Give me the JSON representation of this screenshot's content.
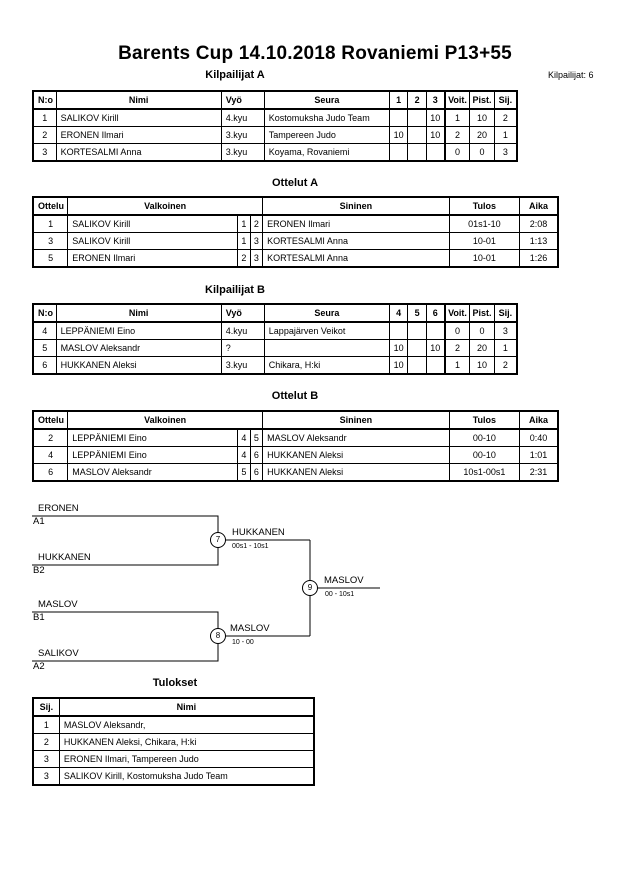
{
  "title": "Barents Cup  14.10.2018  Rovaniemi   P13+55",
  "competitor_count": "Kilpailijat: 6",
  "pool_a": {
    "heading": "Kilpailijat A",
    "headers": [
      "N:o",
      "Nimi",
      "Vyö",
      "Seura",
      "1",
      "2",
      "3",
      "Voit.",
      "Pist.",
      "Sij."
    ],
    "rows": [
      [
        "1",
        "SALIKOV Kirill",
        "4.kyu",
        "Kostomuksha Judo Team",
        "",
        "",
        "10",
        "1",
        "10",
        "2"
      ],
      [
        "2",
        "ERONEN Ilmari",
        "3.kyu",
        "Tampereen Judo",
        "10",
        "",
        "10",
        "2",
        "20",
        "1"
      ],
      [
        "3",
        "KORTESALMI Anna",
        "3.kyu",
        "Koyama, Rovaniemi",
        "",
        "",
        "",
        "0",
        "0",
        "3"
      ]
    ]
  },
  "matches_a": {
    "heading": "Ottelut A",
    "headers": [
      "Ottelu",
      "Valkoinen",
      "Sininen",
      "Tulos",
      "Aika"
    ],
    "rows": [
      [
        "1",
        "SALIKOV Kirill",
        "1",
        "2",
        "ERONEN Ilmari",
        "01s1-10",
        "2:08"
      ],
      [
        "3",
        "SALIKOV Kirill",
        "1",
        "3",
        "KORTESALMI Anna",
        "10-01",
        "1:13"
      ],
      [
        "5",
        "ERONEN Ilmari",
        "2",
        "3",
        "KORTESALMI Anna",
        "10-01",
        "1:26"
      ]
    ]
  },
  "pool_b": {
    "heading": "Kilpailijat B",
    "headers": [
      "N:o",
      "Nimi",
      "Vyö",
      "Seura",
      "4",
      "5",
      "6",
      "Voit.",
      "Pist.",
      "Sij."
    ],
    "rows": [
      [
        "4",
        "LEPPÄNIEMI Eino",
        "4.kyu",
        "Lappajärven Veikot",
        "",
        "",
        "",
        "0",
        "0",
        "3"
      ],
      [
        "5",
        "MASLOV Aleksandr",
        "?",
        "",
        "10",
        "",
        "10",
        "2",
        "20",
        "1"
      ],
      [
        "6",
        "HUKKANEN Aleksi",
        "3.kyu",
        "Chikara, H:ki",
        "10",
        "",
        "",
        "1",
        "10",
        "2"
      ]
    ]
  },
  "matches_b": {
    "heading": "Ottelut B",
    "headers": [
      "Ottelu",
      "Valkoinen",
      "Sininen",
      "Tulos",
      "Aika"
    ],
    "rows": [
      [
        "2",
        "LEPPÄNIEMI Eino",
        "4",
        "5",
        "MASLOV Aleksandr",
        "00-10",
        "0:40"
      ],
      [
        "4",
        "LEPPÄNIEMI Eino",
        "4",
        "6",
        "HUKKANEN Aleksi",
        "00-10",
        "1:01"
      ],
      [
        "6",
        "MASLOV Aleksandr",
        "5",
        "6",
        "HUKKANEN Aleksi",
        "10s1-00s1",
        "2:31"
      ]
    ]
  },
  "bracket": {
    "entrants": [
      {
        "name": "ERONEN",
        "seed": "A1"
      },
      {
        "name": "HUKKANEN",
        "seed": "B2"
      },
      {
        "name": "MASLOV",
        "seed": "B1"
      },
      {
        "name": "SALIKOV",
        "seed": "A2"
      }
    ],
    "semi1": {
      "num": "7",
      "winner": "HUKKANEN",
      "score": "00s1 - 10s1"
    },
    "semi2": {
      "num": "8",
      "winner": "MASLOV",
      "score": "10 - 00"
    },
    "final": {
      "num": "9",
      "winner": "MASLOV",
      "score": "00 - 10s1"
    }
  },
  "results": {
    "heading": "Tulokset",
    "headers": [
      "Sij.",
      "Nimi"
    ],
    "rows": [
      [
        "1",
        "MASLOV Aleksandr,"
      ],
      [
        "2",
        "HUKKANEN Aleksi, Chikara, H:ki"
      ],
      [
        "3",
        "ERONEN Ilmari, Tampereen Judo"
      ],
      [
        "3",
        "SALIKOV Kirill, Kostomuksha Judo Team"
      ]
    ]
  }
}
